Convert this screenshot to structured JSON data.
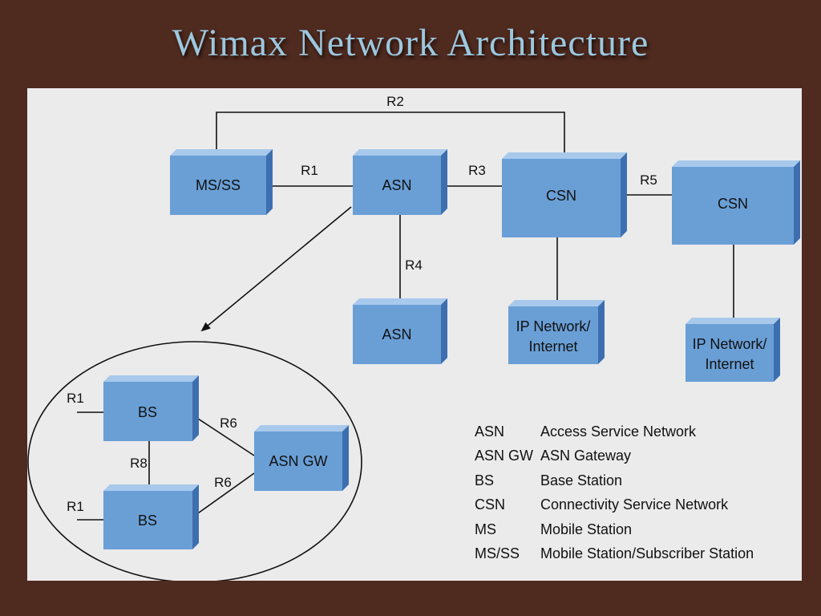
{
  "title": "Wimax Network Architecture",
  "colors": {
    "background": "#4f2a1f",
    "panel": "#ebebeb",
    "box_front": "#6a9fd6",
    "box_side": "#3d6fb0",
    "box_top": "#a8c9ec",
    "title": "#9cc7de"
  },
  "nodes": {
    "ms_ss": "MS/SS",
    "asn_top": "ASN",
    "csn_1": "CSN",
    "csn_2": "CSN",
    "asn_bottom": "ASN",
    "ip_1_line1": "IP Network/",
    "ip_1_line2": "Internet",
    "ip_2_line1": "IP Network/",
    "ip_2_line2": "Internet",
    "bs_top": "BS",
    "bs_bottom": "BS",
    "asn_gw": "ASN GW"
  },
  "links": {
    "r1": "R1",
    "r2": "R2",
    "r3": "R3",
    "r4": "R4",
    "r5": "R5",
    "r1_bs_top": "R1",
    "r1_bs_bottom": "R1",
    "r6_top": "R6",
    "r6_bottom": "R6",
    "r8": "R8"
  },
  "legend": [
    {
      "abbr": "ASN",
      "full": "Access Service Network"
    },
    {
      "abbr": "ASN GW",
      "full": "ASN Gateway"
    },
    {
      "abbr": "BS",
      "full": "Base Station"
    },
    {
      "abbr": "CSN",
      "full": "Connectivity Service Network"
    },
    {
      "abbr": "MS",
      "full": "Mobile Station"
    },
    {
      "abbr": "MS/SS",
      "full": "Mobile Station/Subscriber Station"
    }
  ]
}
